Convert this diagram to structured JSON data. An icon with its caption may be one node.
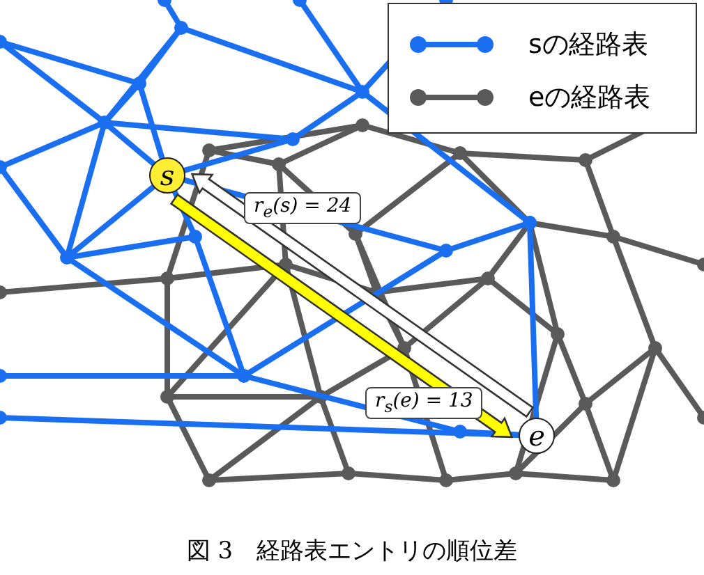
{
  "diagram": {
    "caption": "図 3　経路表エントリの順位差",
    "nodes": [
      {
        "text": [
          "s"
        ]
      },
      {
        "text": [
          "e"
        ]
      }
    ],
    "edges": [
      {
        "from": 1,
        "to": 0,
        "arrow": "to",
        "label": "r$_{e}$(s) = 24",
        "color": "#ffffff"
      },
      {
        "from": 0,
        "to": 1,
        "arrow": "to",
        "label": "r$_{s}$(e) = 13",
        "color": "#ffff00"
      }
    ],
    "legend": [
      {
        "text": "sの経路表",
        "color": "#1a6ff0"
      },
      {
        "text": "eの経路表",
        "color": "#5a5a5a"
      }
    ]
  }
}
